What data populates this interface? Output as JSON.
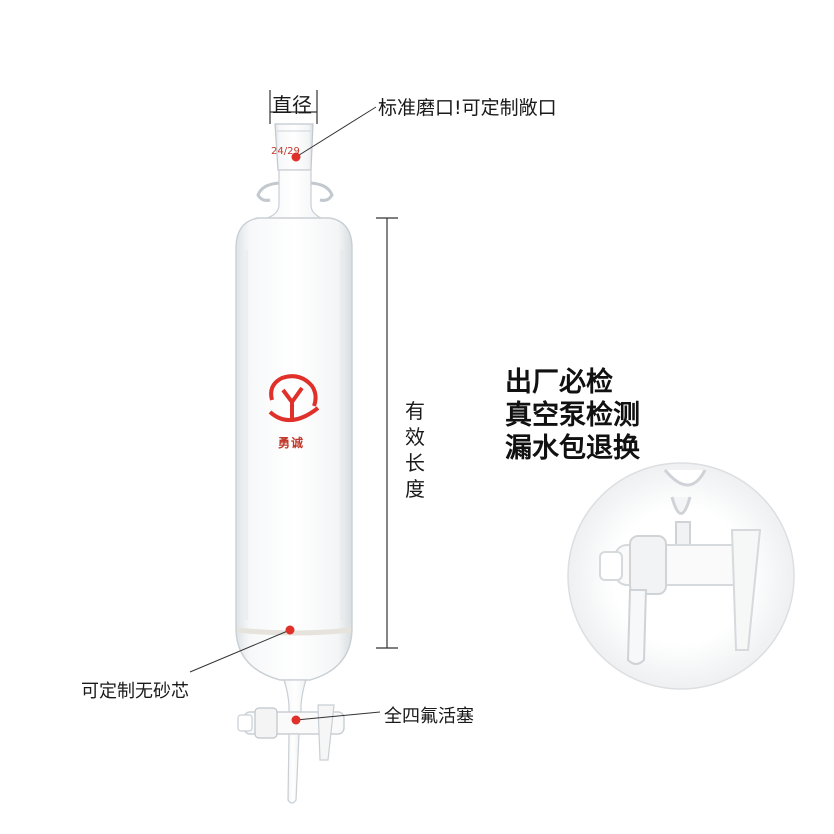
{
  "labels": {
    "diameter": "直径",
    "joint_callout": "标准磨口!可定制敞口",
    "joint_size": "24/29",
    "effective_length": "有效长度",
    "frit_callout": "可定制无砂芯",
    "stopcock_callout": "全四氟活塞"
  },
  "features": [
    "出厂必检",
    "真空泵检测",
    "漏水包退换"
  ],
  "brand": {
    "name": "勇诚",
    "logo_letter": "Y"
  },
  "colors": {
    "accent": "#e0302a",
    "text": "#1a1a1a",
    "glass_edge": "#c9cfd4"
  },
  "icons": [
    "brand-logo-icon",
    "stopcock-zoom-icon"
  ]
}
